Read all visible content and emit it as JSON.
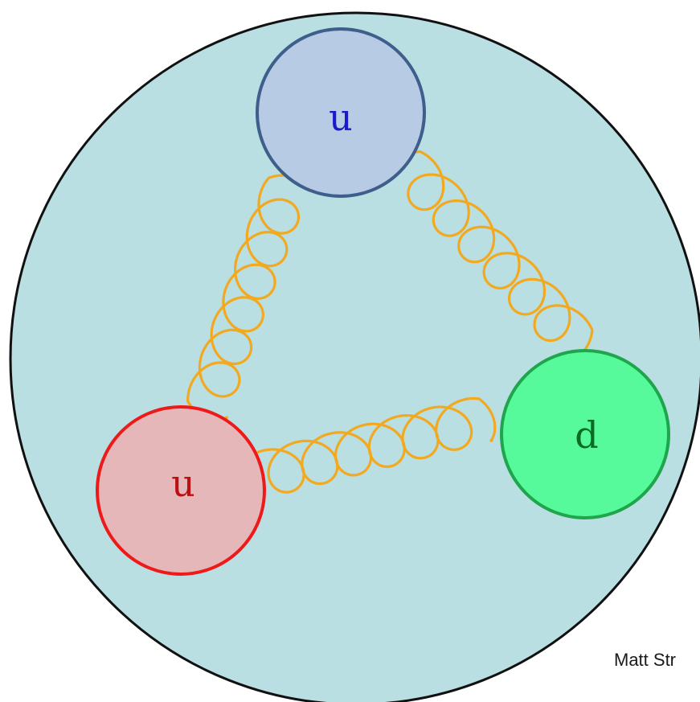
{
  "colors": {
    "proton_fill": "#b9dfe3",
    "proton_stroke": "#111111",
    "gluon": "#f2a91f",
    "quark_top_fill": "#b8cbe4",
    "quark_top_stroke": "#3e5f8c",
    "quark_top_text": "#1a1acc",
    "quark_left_fill": "#e5b7b9",
    "quark_left_stroke": "#ee1a1a",
    "quark_left_text": "#b81212",
    "quark_right_fill": "#57fa9a",
    "quark_right_stroke": "#1fa64d",
    "quark_right_text": "#0a6b22"
  },
  "quarks": {
    "top": {
      "label": "u"
    },
    "left": {
      "label": "u"
    },
    "right": {
      "label": "d"
    }
  },
  "credit": "Matt Str"
}
